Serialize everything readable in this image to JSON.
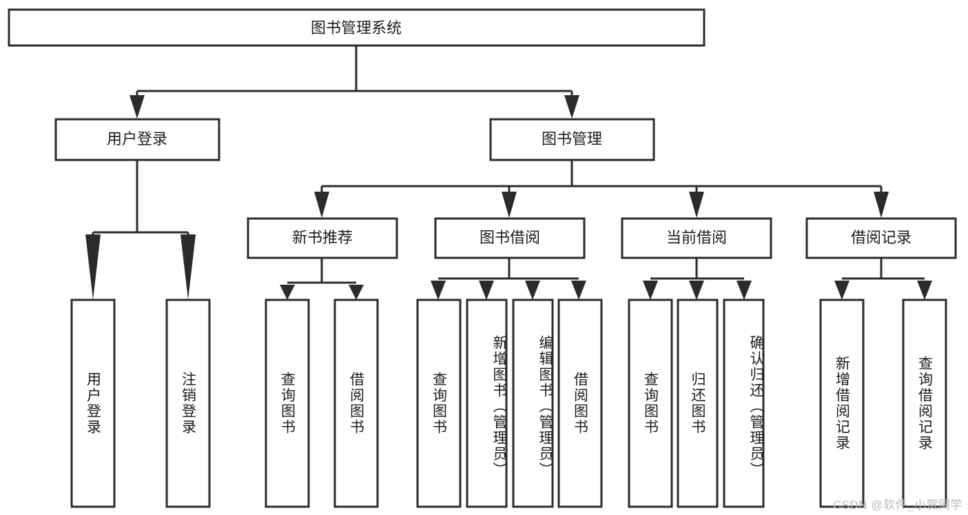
{
  "diagram": {
    "type": "tree-hierarchy",
    "title": "图书管理系统",
    "watermark": "CSDN @软件_小贺同学",
    "root": {
      "id": "root",
      "label": "图书管理系统",
      "orientation": "horizontal"
    },
    "level1": [
      {
        "id": "user-login",
        "label": "用户登录",
        "orientation": "horizontal"
      },
      {
        "id": "book-manage",
        "label": "图书管理",
        "orientation": "horizontal"
      }
    ],
    "level2": [
      {
        "id": "new-book-rec",
        "label": "新书推荐",
        "orientation": "horizontal",
        "parent": "book-manage"
      },
      {
        "id": "book-borrow",
        "label": "图书借阅",
        "orientation": "horizontal",
        "parent": "book-manage"
      },
      {
        "id": "current-borrow",
        "label": "当前借阅",
        "orientation": "horizontal",
        "parent": "book-manage"
      },
      {
        "id": "borrow-record",
        "label": "借阅记录",
        "orientation": "horizontal",
        "parent": "book-manage"
      }
    ],
    "leaves": [
      {
        "id": "leaf-user-login",
        "label": "用户登录",
        "parent": "user-login",
        "orientation": "vertical"
      },
      {
        "id": "leaf-logout",
        "label": "注销登录",
        "parent": "user-login",
        "orientation": "vertical"
      },
      {
        "id": "leaf-query-book-1",
        "label": "查询图书",
        "parent": "new-book-rec",
        "orientation": "vertical"
      },
      {
        "id": "leaf-borrow-book-1",
        "label": "借阅图书",
        "parent": "new-book-rec",
        "orientation": "vertical"
      },
      {
        "id": "leaf-query-book-2",
        "label": "查询图书",
        "parent": "book-borrow",
        "orientation": "vertical"
      },
      {
        "id": "leaf-add-book",
        "label": "新增图书（管理员）",
        "parent": "book-borrow",
        "orientation": "vertical"
      },
      {
        "id": "leaf-edit-book",
        "label": "编辑图书（管理员）",
        "parent": "book-borrow",
        "orientation": "vertical"
      },
      {
        "id": "leaf-borrow-book-2",
        "label": "借阅图书",
        "parent": "book-borrow",
        "orientation": "vertical"
      },
      {
        "id": "leaf-query-book-3",
        "label": "查询图书",
        "parent": "current-borrow",
        "orientation": "vertical"
      },
      {
        "id": "leaf-return-book",
        "label": "归还图书",
        "parent": "current-borrow",
        "orientation": "vertical"
      },
      {
        "id": "leaf-confirm-return",
        "label": "确认归还（管理员）",
        "parent": "current-borrow",
        "orientation": "vertical"
      },
      {
        "id": "leaf-add-record",
        "label": "新增借阅记录",
        "parent": "borrow-record",
        "orientation": "vertical"
      },
      {
        "id": "leaf-query-record",
        "label": "查询借阅记录",
        "parent": "borrow-record",
        "orientation": "vertical"
      }
    ],
    "colors": {
      "stroke": "#2b2b2b",
      "fill": "#ffffff",
      "text": "#1c1c1c",
      "watermark": "#b9b9b9"
    }
  }
}
